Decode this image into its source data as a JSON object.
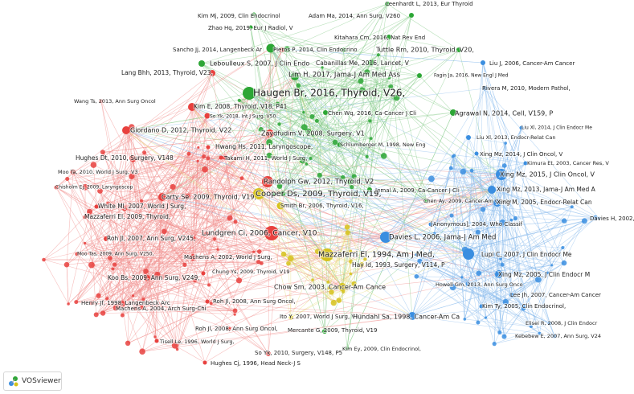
{
  "app": {
    "name": "VOSviewer",
    "logo_icon": "vosviewer-logo-icon"
  },
  "clusters": [
    {
      "id": "red",
      "color": "#e8413e",
      "edge": "#f08b89"
    },
    {
      "id": "green",
      "color": "#2ca635",
      "edge": "#7fc983"
    },
    {
      "id": "blue",
      "color": "#3a8ee0",
      "edge": "#8bbcec"
    },
    {
      "id": "yellow",
      "color": "#d6c21c",
      "edge": "#e6da78"
    }
  ],
  "nodes": [
    {
      "label": "Leenhardt L, 2013, Eur Thyroid",
      "c": "green"
    },
    {
      "label": "Kim Mj, 2009, Clin Endocrinol",
      "c": "green"
    },
    {
      "label": "Adam Ma, 2014, Ann Surg, V260",
      "c": "green"
    },
    {
      "label": "Zhao Hq, 2019, Eur J Radiol, V",
      "c": "green"
    },
    {
      "label": "Kitahara Cm, 2016, Nat Rev End",
      "c": "green"
    },
    {
      "label": "Sancho Jj, 2014, Langenbeck Ar",
      "c": "red"
    },
    {
      "label": "Pieros P, 2014, Clin Endocrino",
      "c": "green"
    },
    {
      "label": "Tuttle Rm, 2010, Thyroid, V20,",
      "c": "green"
    },
    {
      "label": "Leboulleux S, 2007, J Clin Endo",
      "c": "green"
    },
    {
      "label": "Cabanillas Me, 2016, Lancet, V",
      "c": "green"
    },
    {
      "label": "Liu J, 2006, Cancer-Am Cancer",
      "c": "blue"
    },
    {
      "label": "Lang Bhh, 2013, Thyroid, V23,",
      "c": "red"
    },
    {
      "label": "Lim H, 2017, Jama-J Am Med Ass",
      "c": "green"
    },
    {
      "label": "Fagin Ja, 2016, New Engl J Med",
      "c": "green"
    },
    {
      "label": "Rivera M, 2010, Modern Pathol,",
      "c": "blue"
    },
    {
      "label": "Haugen Br, 2016, Thyroid, V26,",
      "c": "green"
    },
    {
      "label": "Wang Ts, 2013, Ann Surg Oncol",
      "c": "red"
    },
    {
      "label": "Kim E, 2008, Thyroid, V18, P41",
      "c": "red"
    },
    {
      "label": "So Yk, 2018, Int J Surg, V50",
      "c": "red"
    },
    {
      "label": "Agrawal N, 2014, Cell, V159, P",
      "c": "green"
    },
    {
      "label": "Chen Wq, 2016, Ca-Cancer J Cli",
      "c": "green"
    },
    {
      "label": "Liu Xl, 2014, J Clin Endocr Me",
      "c": "blue"
    },
    {
      "label": "Liu Xl, 2013, Endocr-Relat Can",
      "c": "blue"
    },
    {
      "label": "Giordano D, 2012, Thyroid, V22",
      "c": "red"
    },
    {
      "label": "Zaydfudim V, 2008, Surgery, V1",
      "c": "red"
    },
    {
      "label": "Schlumberger M, 1998, New Eng",
      "c": "green"
    },
    {
      "label": "Hwang Hs, 2011, Laryngoscope,",
      "c": "red"
    },
    {
      "label": "Xing Mz, 2014, J Clin Oncol, V",
      "c": "blue"
    },
    {
      "label": "Hughes Dt, 2010, Surgery, V148",
      "c": "red"
    },
    {
      "label": "Takami H, 2011, World J Surg,",
      "c": "red"
    },
    {
      "label": "Kimura Et, 2003, Cancer Res, V",
      "c": "blue"
    },
    {
      "label": "Moo Ta, 2010, World J Surg, V3",
      "c": "red"
    },
    {
      "label": "Xing Mz, 2015, J Clin Oncol, V",
      "c": "blue"
    },
    {
      "label": "Randolph Gw, 2012, Thyroid, V2",
      "c": "red"
    },
    {
      "label": "Jemal A, 2009, Ca-Cancer J Cli",
      "c": "green"
    },
    {
      "label": "Chisholm Ej, 2009, Laryngoscop",
      "c": "red"
    },
    {
      "label": "Xing Mz, 2013, Jama-J Am Med A",
      "c": "blue"
    },
    {
      "label": "Carty Se, 2009, Thyroid, V19,",
      "c": "red"
    },
    {
      "label": "Cooper Ds, 2009, Thyroid, V19,",
      "c": "yellow"
    },
    {
      "label": "White Ml, 2007, World J Surg,",
      "c": "red"
    },
    {
      "label": "Chen Ay, 2009, Cancer-Am Cance",
      "c": "green"
    },
    {
      "label": "Xing M, 2005, Endocr-Relat Can",
      "c": "blue"
    },
    {
      "label": "Smith Br, 2006, Thyroid, V16,",
      "c": "yellow"
    },
    {
      "label": "Mazzaferri El, 2009, Thyroid,",
      "c": "red"
    },
    {
      "label": "Davies H, 2002, Nature, V417,",
      "c": "blue"
    },
    {
      "label": "[Anonymous], 2004, Who Classif",
      "c": "blue"
    },
    {
      "label": "Roh Jl, 2007, Ann Surg, V245,",
      "c": "red"
    },
    {
      "label": "Lundgren Ci, 2006, Cancer, V10",
      "c": "red"
    },
    {
      "label": "Davies L, 2006, Jama-J Am Med",
      "c": "blue"
    },
    {
      "label": "Moo Tas, 2009, Ann Surg, V250,",
      "c": "red"
    },
    {
      "label": "Machens A, 2002, World J Surg,",
      "c": "red"
    },
    {
      "label": "Mazzaferri El, 1994, Am J Med,",
      "c": "yellow"
    },
    {
      "label": "Lupi C, 2007, J Clin Endocr Me",
      "c": "blue"
    },
    {
      "label": "Hay Id, 1993, Surgery, V114, P",
      "c": "yellow"
    },
    {
      "label": "Koo Bs, 2009, Ann Surg, V249,",
      "c": "red"
    },
    {
      "label": "Chung Ys, 2009, Thyroid, V19",
      "c": "red"
    },
    {
      "label": "Xing Mz, 2005, J Clin Endocr M",
      "c": "blue"
    },
    {
      "label": "Chow Sm, 2003, Cancer-Am Cance",
      "c": "yellow"
    },
    {
      "label": "Howell Gm, 2013, Ann Surg Onco",
      "c": "blue"
    },
    {
      "label": "Lee Jh, 2007, Cancer-Am Cancer",
      "c": "blue"
    },
    {
      "label": "Roh Jl, 2008, Ann Surg Oncol,",
      "c": "red"
    },
    {
      "label": "Henry Jf, 1998, Langenbeck Arc",
      "c": "red"
    },
    {
      "label": "Kim Ty, 2005, Clin Endocrinol,",
      "c": "blue"
    },
    {
      "label": "Machens A, 2004, Arch Surg-Chi",
      "c": "red"
    },
    {
      "label": "Ito Y, 2007, World J Surg, V31",
      "c": "yellow"
    },
    {
      "label": "Hundahl Sa, 1998, Cancer-Am Ca",
      "c": "blue"
    },
    {
      "label": "Elisei R, 2008, J Clin Endocr",
      "c": "blue"
    },
    {
      "label": "Roh Jl, 2008, Ann Surg Oncol,",
      "c": "red"
    },
    {
      "label": "Kebebew E, 2007, Ann Surg, V24",
      "c": "blue"
    },
    {
      "label": "Mercante G, 2009, Thyroid, V19",
      "c": "green"
    },
    {
      "label": "Tisell Le, 1996, World J Surg,",
      "c": "red"
    },
    {
      "label": "So Yk, 2010, Surgery, V148, P5",
      "c": "red"
    },
    {
      "label": "Kim Ey, 2009, Clin Endocrinol,",
      "c": "green"
    },
    {
      "label": "Hughes Cj, 1996, Head Neck-J S",
      "c": "red"
    }
  ]
}
